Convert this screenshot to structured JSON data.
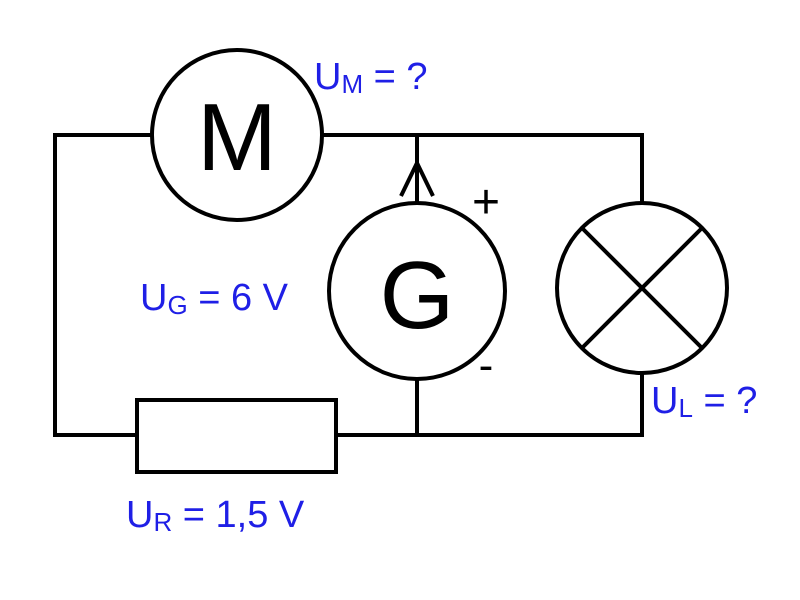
{
  "colors": {
    "wire": "#000000",
    "label": "#1f1fe6",
    "background": "#ffffff"
  },
  "components": {
    "motor": {
      "symbol": "M",
      "icon": "motor-symbol"
    },
    "generator": {
      "symbol": "G",
      "icon": "generator-symbol",
      "plus": "+",
      "minus": "-"
    },
    "lamp": {
      "icon": "lamp-symbol"
    },
    "resistor": {
      "icon": "resistor-symbol"
    }
  },
  "labels": {
    "motor": {
      "main": "U",
      "sub": "M",
      "rest": " = ?"
    },
    "generator": {
      "main": "U",
      "sub": "G",
      "rest": " = 6 V"
    },
    "lamp": {
      "main": "U",
      "sub": "L",
      "rest": " = ?"
    },
    "resistor": {
      "main": "U",
      "sub": "R",
      "rest": " = 1,5 V"
    }
  }
}
